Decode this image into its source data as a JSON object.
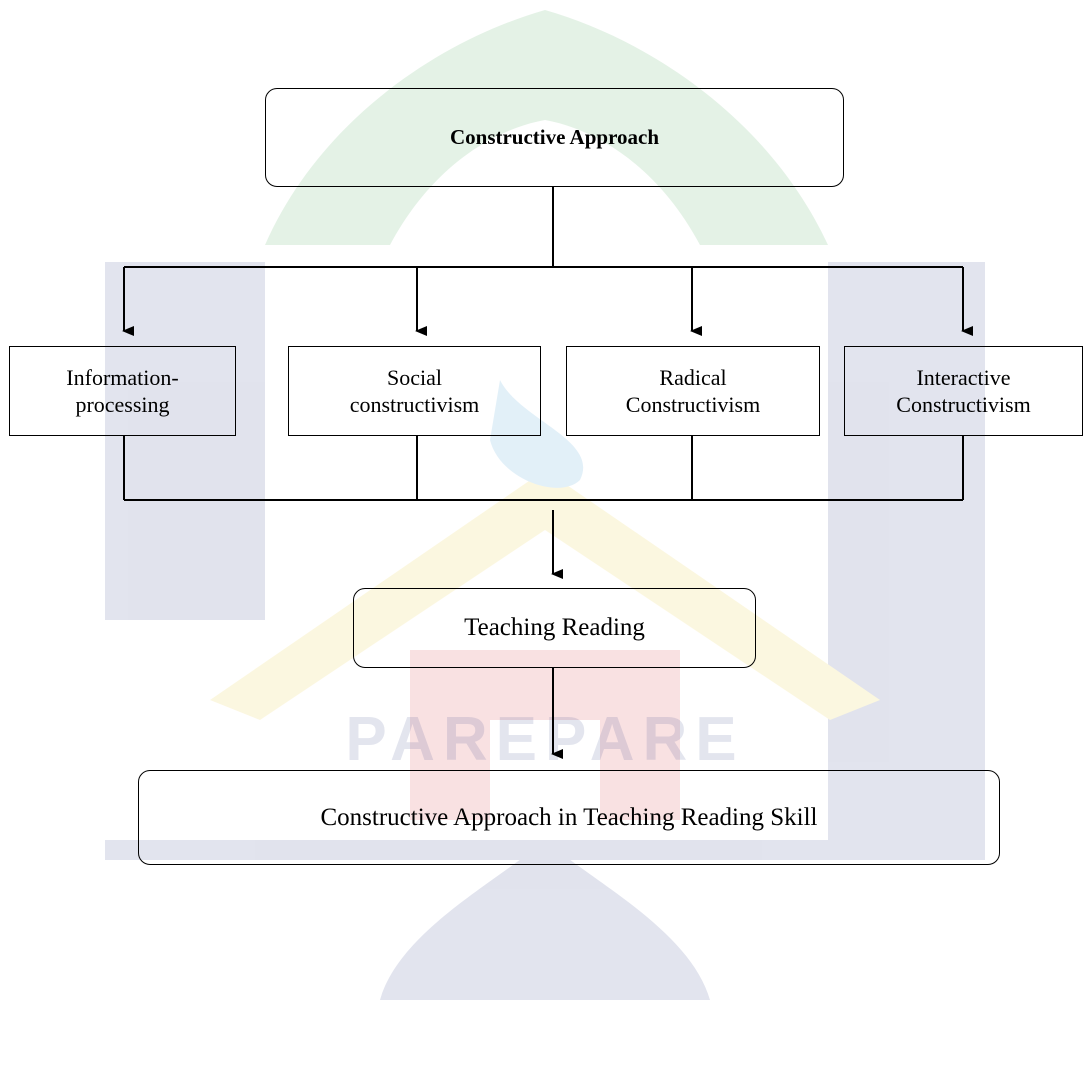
{
  "diagram": {
    "root": {
      "label": "Constructive Approach"
    },
    "branches": [
      {
        "line1": "Information-",
        "line2": "processing"
      },
      {
        "line1": "Social",
        "line2": "constructivism"
      },
      {
        "line1": "Radical",
        "line2": "Constructivism"
      },
      {
        "line1": "Interactive",
        "line2": "Constructivism"
      }
    ],
    "middle": {
      "label": "Teaching Reading"
    },
    "result": {
      "label": "Constructive Approach in Teaching Reading Skill"
    }
  },
  "watermark": {
    "text": "PAREPARE",
    "colors": {
      "green": "#2e9a3c",
      "navy": "#1f2f7a",
      "yellow": "#e8c51a",
      "red": "#d6242a",
      "blue": "#2a8fd0"
    }
  }
}
